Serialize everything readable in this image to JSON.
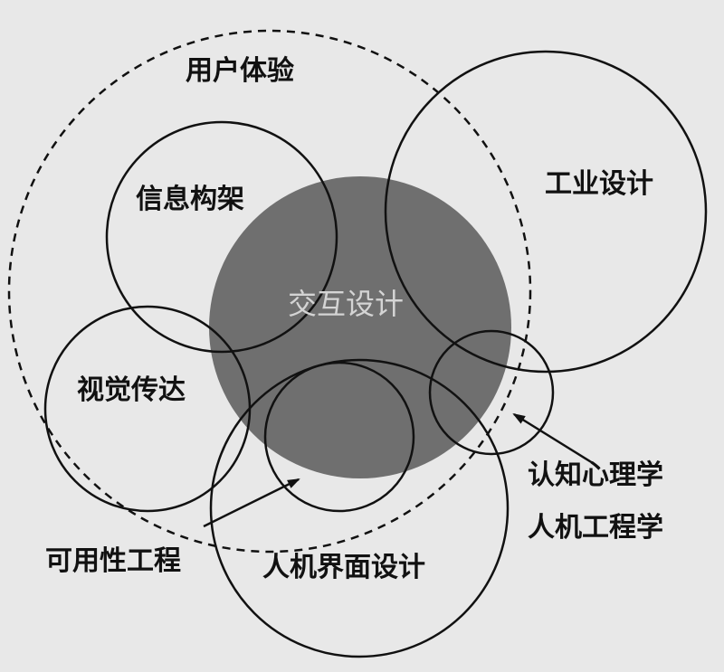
{
  "diagram": {
    "labels": {
      "user_experience": "用户体验",
      "information_architecture": "信息构架",
      "industrial_design": "工业设计",
      "interaction_design": "交互设计",
      "visual_communication": "视觉传达",
      "hci_design": "人机界面设计",
      "usability_engineering": "可用性工程",
      "cognitive_psychology": "认知心理学",
      "ergonomics": "人机工程学"
    },
    "colors": {
      "background": "#e8e8e8",
      "center_fill": "#6f6f6f",
      "center_text": "#d4d4d4",
      "stroke": "#111111"
    }
  }
}
